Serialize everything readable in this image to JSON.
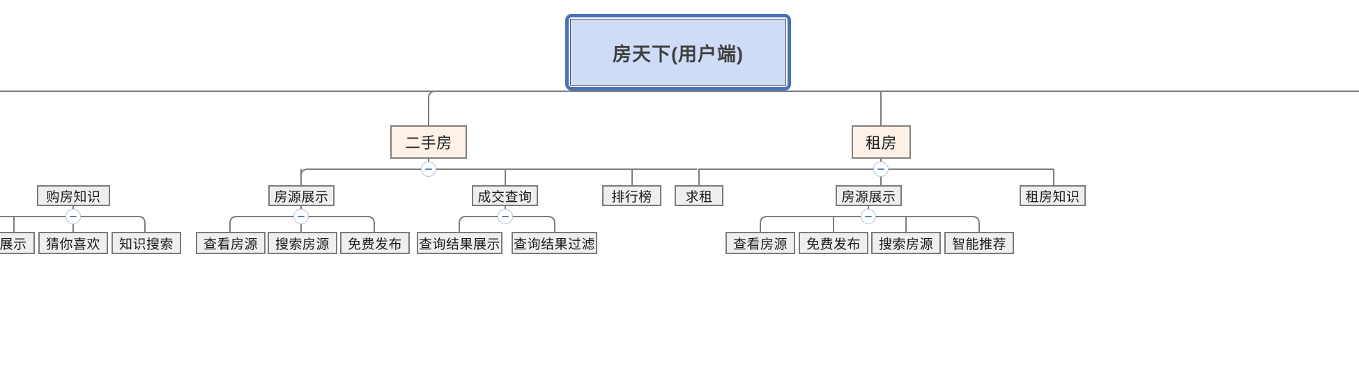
{
  "diagram": {
    "type": "mind-map",
    "title": "房天下(用户端)",
    "root": {
      "label": "房天下(用户端)",
      "fill": "#cfdcf6",
      "border": "#4a72b8",
      "selected": true
    },
    "colors": {
      "root_fill": "#cfdcf6",
      "root_select_border": "#4a72b8",
      "level2_fill": "#fdf1e8",
      "level2_border": "#83807c",
      "node_fill": "#efefef",
      "node_border": "#7b7b7b",
      "connector": "#7d7d7d",
      "toggle_border": "#a8c0e8",
      "toggle_glyph": "#5b7fc0",
      "background": "#ffffff"
    },
    "toggles": [
      {
        "name": "toggle-ershoufang",
        "state": "expanded",
        "glyph": "minus"
      },
      {
        "name": "toggle-zufang",
        "state": "expanded",
        "glyph": "minus"
      },
      {
        "name": "toggle-ershoufang-fangyuanzhanshi",
        "state": "expanded",
        "glyph": "minus"
      },
      {
        "name": "toggle-chengjiaochaxun",
        "state": "expanded",
        "glyph": "minus"
      },
      {
        "name": "toggle-gouFangzhishi",
        "state": "expanded",
        "glyph": "minus"
      },
      {
        "name": "toggle-zufang-fangyuanzhanshi",
        "state": "expanded",
        "glyph": "minus"
      }
    ],
    "nodes": {
      "root": "房天下(用户端)",
      "lv2_ershoufang": "二手房",
      "lv2_zufang": "租房",
      "lv3_goufangzhishi": "购房知识",
      "lv3_fangyuanzhanshi_a": "房源展示",
      "lv3_chengjiaochaxun": "成交查询",
      "lv3_paihangbang": "排行榜",
      "lv3_qiuzu": "求租",
      "lv3_fangyuanzhanshi_b": "房源展示",
      "lv3_zufangzhishi": "租房知识",
      "leaf_zhanshi": "展示",
      "leaf_cainixihuan": "猜你喜欢",
      "leaf_zhishisousuo": "知识搜索",
      "leaf_chakanfangyuan_a": "查看房源",
      "leaf_sousuofangyuan_a": "搜索房源",
      "leaf_mianfeifabu_a": "免费发布",
      "leaf_chaxunjieguozhanshi": "查询结果展示",
      "leaf_chaxunjieguoguolv": "查询结果过滤",
      "leaf_chakanfangyuan_b": "查看房源",
      "leaf_mianfeifabu_b": "免费发布",
      "leaf_sousuofangyuan_b": "搜索房源",
      "leaf_zhinengtuijian": "智能推荐"
    }
  }
}
